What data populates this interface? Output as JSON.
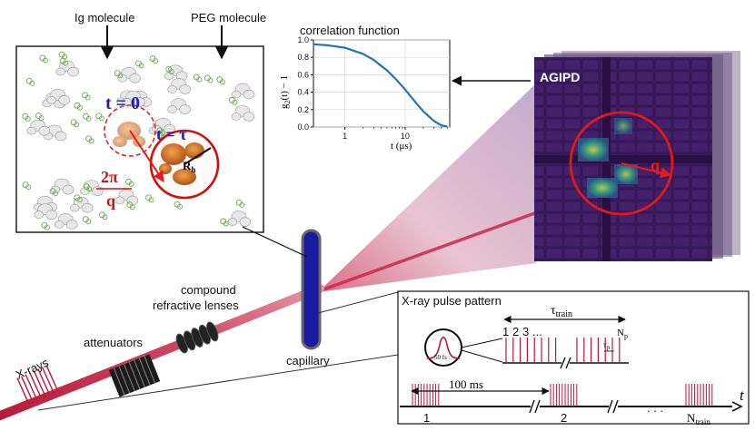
{
  "labels": {
    "ig_molecule": "Ig molecule",
    "peg_molecule": "PEG molecule",
    "t0": "t = 0",
    "ttau": "t = τ",
    "rh": "R",
    "rh_sub": "h",
    "two_pi": "2π",
    "q_denom": "q",
    "agipd": "AGIPD",
    "q_vector": "q",
    "compound_lenses_line1": "compound",
    "compound_lenses_line2": "refractive lenses",
    "attenuators": "attenuators",
    "xrays": "X-rays",
    "capillary": "capillary"
  },
  "correlation": {
    "title": "correlation function",
    "ylabel": "g2(t) − 1",
    "ylabel_main": "g",
    "ylabel_sub": "2",
    "ylabel_rest": "(t) − 1",
    "xlabel": "t (μs)",
    "yticks": [
      "0.0",
      "0.2",
      "0.4",
      "0.6",
      "0.8",
      "1.0"
    ],
    "xticks": [
      "1",
      "10"
    ],
    "color": "#1f77b4"
  },
  "chart_data": {
    "type": "line",
    "title": "correlation function",
    "xlabel": "t (μs)",
    "ylabel": "g2(t) − 1",
    "xscale": "log",
    "xlim": [
      0.3,
      55
    ],
    "ylim": [
      0.0,
      1.0
    ],
    "grid": true,
    "series": [
      {
        "x": [
          0.3,
          0.5,
          1,
          2,
          3,
          5,
          7,
          10,
          15,
          20,
          30,
          40,
          50
        ],
        "values": [
          0.95,
          0.94,
          0.91,
          0.84,
          0.77,
          0.65,
          0.55,
          0.43,
          0.28,
          0.18,
          0.07,
          0.02,
          0.005
        ]
      }
    ]
  },
  "pulse": {
    "title": "X-ray pulse pattern",
    "tau_train": "τ",
    "tau_train_sub": "train",
    "pulse_1": "1",
    "pulse_2": "2",
    "pulse_3": "3",
    "pulse_dots": "...",
    "np_main": "N",
    "np_sub": "p",
    "tau_p_main": "τ",
    "tau_p_sub": "p",
    "fs_label": "50 fs",
    "interval": "100 ms",
    "train_1": "1",
    "train_2": "2",
    "train_dots": ". . .",
    "n_train_main": "N",
    "n_train_sub": "train",
    "t_axis": "t"
  },
  "colors": {
    "pulse_red": "#c0143c",
    "beam": "#c8284a",
    "capillary_fill": "#1a1aa0",
    "capillary_border": "#666666",
    "detector_dark": "#3b1a5e",
    "rh_circle": "#cc1111",
    "dashed_circle": "#dd2222",
    "t_label_blue": "#1a1acc"
  }
}
